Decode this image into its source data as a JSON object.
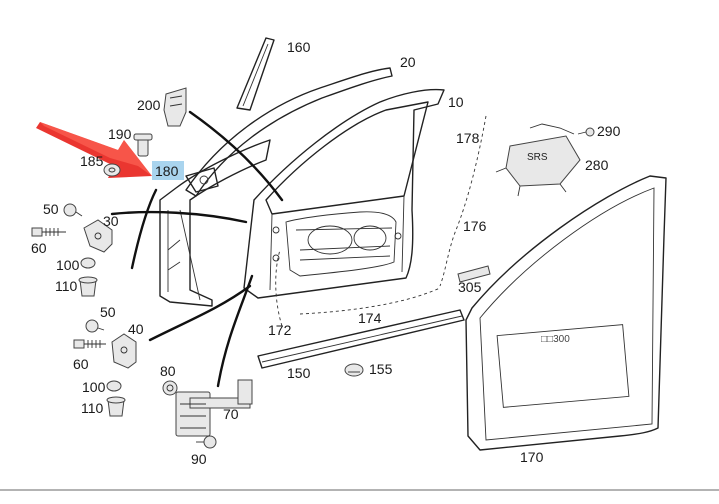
{
  "colors": {
    "arrow": "#e8201a",
    "highlight": "#a9d4ee",
    "line": "#222222"
  },
  "labels": {
    "p10": "10",
    "p20": "20",
    "p30": "30",
    "p40": "40",
    "p50a": "50",
    "p50b": "50",
    "p60a": "60",
    "p60b": "60",
    "p70": "70",
    "p80": "80",
    "p90": "90",
    "p100a": "100",
    "p100b": "100",
    "p110a": "110",
    "p110b": "110",
    "p150": "150",
    "p155": "155",
    "p160": "160",
    "p170": "170",
    "p172": "172",
    "p174": "174",
    "p176": "176",
    "p178": "178",
    "p180": "180",
    "p185": "185",
    "p190": "190",
    "p200": "200",
    "p280": "280",
    "p290": "290",
    "p305": "305"
  },
  "sticker_text": "SRS",
  "panel_text": "□□300"
}
